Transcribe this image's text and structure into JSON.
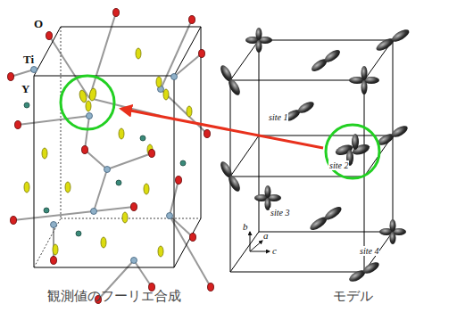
{
  "diagram": {
    "labels": [
      "O",
      "Ti",
      "Y",
      "site 1",
      "site 2",
      "site 3",
      "site 4",
      "b",
      "a",
      "c",
      "観測値のフーリエ合成",
      "モデル"
    ]
  }
}
